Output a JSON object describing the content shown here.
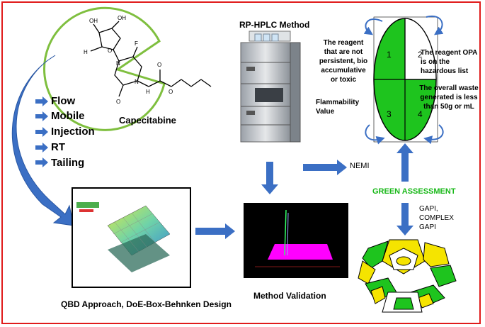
{
  "title": "RP-HPLC Method",
  "molecule_name": "Capecitabine",
  "parameters": [
    "Flow",
    "Mobile",
    "Injection",
    "RT",
    "Tailing"
  ],
  "qbd_caption": "QBD Approach, DoE-Box-Behnken Design",
  "validation_caption": "Method Validation",
  "nemi_label": "NEMI",
  "green_assessment": "GREEN ASSESSMENT",
  "gapi_label": [
    "GAPI,",
    "COMPLEX",
    "GAPI"
  ],
  "nemi_criteria": {
    "left_top": [
      "The reagent",
      "that are not",
      "persistent, bio",
      "accumulative",
      "or toxic"
    ],
    "left_bottom": [
      "Flammability",
      "Value"
    ],
    "right_top": [
      "The reagent OPA",
      "is on the",
      "hazardous list"
    ],
    "right_bottom": [
      "The overall waste",
      "generated is less",
      "than 50g or mL"
    ]
  },
  "quadrants": [
    "1",
    "2",
    "3",
    "4"
  ],
  "colors": {
    "border": "#e01b1b",
    "arrow_blue": "#3b6fc4",
    "green": "#1ec41e",
    "green_text": "#18b818",
    "yellow": "#f5e400",
    "magenta": "#ff00ff"
  }
}
